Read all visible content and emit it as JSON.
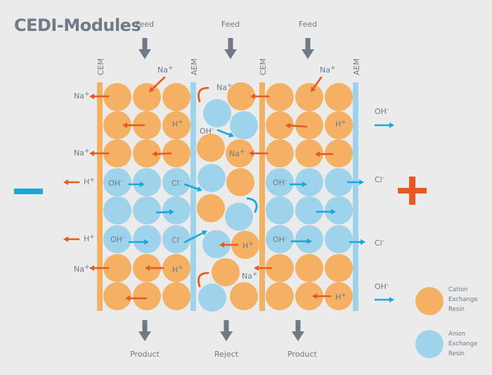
{
  "title": "CEDI-Modules",
  "colors": {
    "background": "#ebebeb",
    "cation": "#f4b163",
    "anion": "#9fd2eb",
    "cem": "#f4b163",
    "aem": "#9fd2eb",
    "cation_arrow": "#e65a1f",
    "anion_arrow": "#1ba7de",
    "flow_arrow": "#6f7a84",
    "text": "#6d7b86"
  },
  "labels": {
    "feed": [
      "Feed",
      "Feed",
      "Feed"
    ],
    "outputs": [
      "Product",
      "Reject",
      "Product"
    ],
    "membranes": [
      "CEM",
      "AEM",
      "CEM",
      "AEM"
    ]
  },
  "electrodes": {
    "negative": "minus",
    "positive": "plus"
  },
  "legend": {
    "cation": [
      "Cation",
      "Exchange",
      "Resin"
    ],
    "anion": [
      "Anion",
      "Exchange",
      "Resin"
    ]
  },
  "ions": {
    "na": "Na",
    "h": "H",
    "oh": "OH",
    "cl": "Cl",
    "plus": "+",
    "minus": "-"
  }
}
